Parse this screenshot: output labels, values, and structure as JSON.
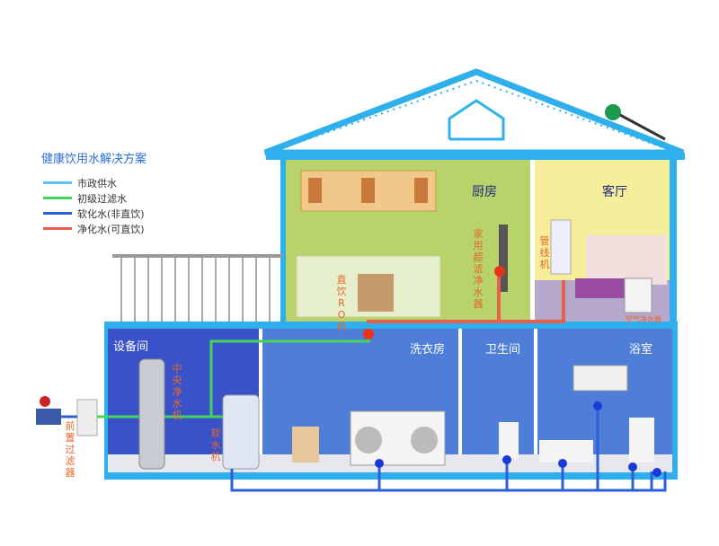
{
  "legend": {
    "title": "健康饮用水解决方案",
    "items": [
      {
        "label": "市政供水",
        "color": "#5bc0f0"
      },
      {
        "label": "初级过滤水",
        "color": "#44d45a"
      },
      {
        "label": "软化水(非直饮)",
        "color": "#2f5fd8"
      },
      {
        "label": "净化水(可直饮)",
        "color": "#e8604a"
      }
    ]
  },
  "rooms": {
    "kitchen": "厨房",
    "living": "客厅",
    "equipment": "设备间",
    "laundry": "洗衣房",
    "toilet": "卫生间",
    "bathroom": "浴室"
  },
  "devices": {
    "ro": "直饮RO机",
    "uf": "家用超滤净水器",
    "pipeline": "管线机",
    "air": "空气净化器",
    "central": "中央净水机",
    "softener": "软水机",
    "prefilter": "前置过滤器"
  },
  "colors": {
    "house_frame": "#2fb0ec",
    "kitchen": "#b8d36a",
    "living": "#f6ee9a",
    "equipment": "#3a52c8",
    "lower": "#4f7ed8"
  }
}
